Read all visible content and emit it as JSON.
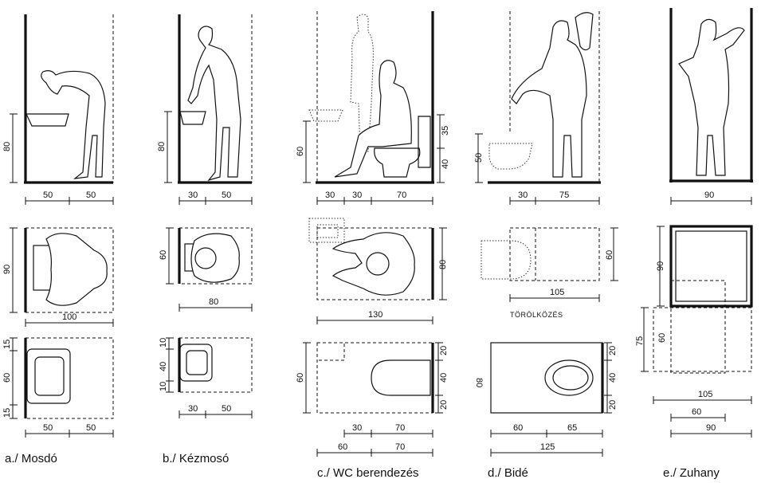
{
  "captions": {
    "a": "a./ Mosdó",
    "b": "b./ Kézmosó",
    "c": "c./ WC berendezés",
    "d": "d./ Bidé",
    "e": "e./ Zuhany"
  },
  "note_torolkozes": "TÖRÖLKÖZÉS",
  "dims": {
    "a": {
      "elev_h": "80",
      "elev_w1": "50",
      "elev_w2": "50",
      "plan_h": "90",
      "plan_w": "100",
      "fx_top": "15",
      "fx_mid": "60",
      "fx_bot": "15",
      "fx_w1": "50",
      "fx_w2": "50"
    },
    "b": {
      "elev_h": "80",
      "elev_w1": "30",
      "elev_w2": "50",
      "plan_h": "60",
      "plan_w": "80",
      "fx_top": "10",
      "fx_mid": "40",
      "fx_bot": "10",
      "fx_w1": "30",
      "fx_w2": "50"
    },
    "c": {
      "elev_h": "60",
      "elev_r1": "35",
      "elev_r2": "40",
      "elev_w1": "30",
      "elev_w2": "30",
      "elev_w3": "70",
      "plan_h": "80",
      "plan_w": "130",
      "fx_h": "60",
      "fx_r1": "20",
      "fx_r2": "40",
      "fx_r3": "20",
      "fx_w1": "30",
      "fx_w2": "70",
      "fx_w3": "60",
      "fx_w4": "70"
    },
    "d": {
      "elev_h": "50",
      "elev_w1": "30",
      "elev_w2": "75",
      "plan_h": "60",
      "plan_w": "105",
      "fx_h": "80",
      "fx_r1": "20",
      "fx_r2": "40",
      "fx_r3": "20",
      "fx_w1": "60",
      "fx_w2": "65",
      "fx_w3": "125"
    },
    "e": {
      "elev_w": "90",
      "plan_h1": "90",
      "plan_h2": "60",
      "plan_h3": "75",
      "plan_w1": "105",
      "plan_w2": "60",
      "plan_w3": "90"
    }
  }
}
